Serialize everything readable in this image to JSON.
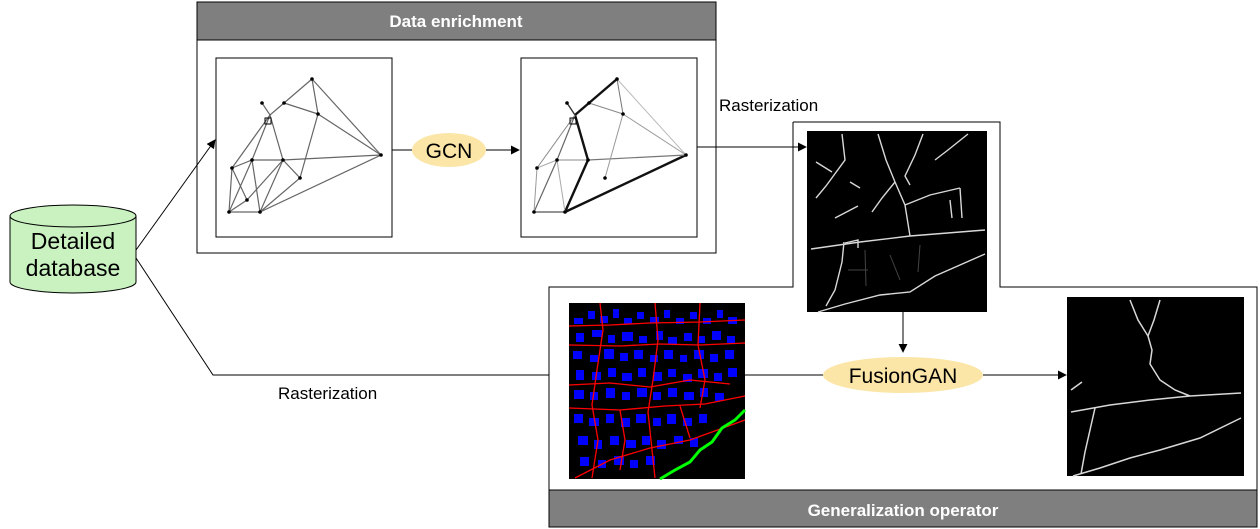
{
  "data_enrichment": {
    "title": "Data enrichment"
  },
  "gcn": {
    "label": "GCN"
  },
  "database": {
    "line1": "Detailed",
    "line2": "database"
  },
  "rasterization_top": {
    "label": "Rasterization"
  },
  "rasterization_bottom": {
    "label": "Rasterization"
  },
  "fusiongan": {
    "label": "FusionGAN"
  },
  "generalization": {
    "title": "Generalization operator"
  },
  "colors": {
    "header_bg": "#7f7f7f",
    "database_fill": "#c9f2c0",
    "operator_fill": "#fbe6a8",
    "raster_bg": "#000000",
    "buildings": "#0000ff",
    "roads": "#ff0000",
    "river": "#00ff00"
  }
}
